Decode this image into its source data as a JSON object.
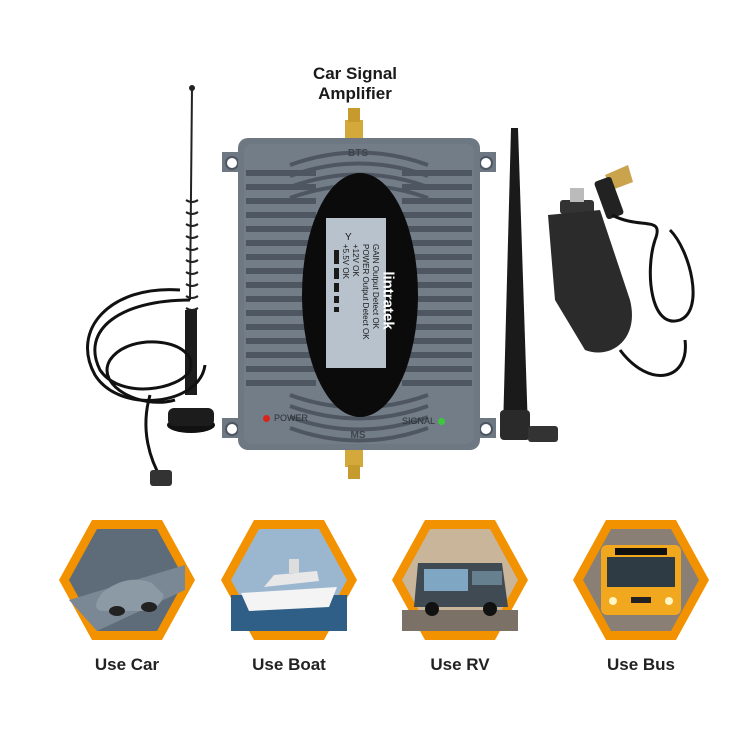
{
  "title": {
    "line1": "Car Signal",
    "line2": "Amplifier"
  },
  "device": {
    "brand": "lintratek",
    "port_top": "BTS",
    "port_bottom": "MS",
    "power_label": "POWER",
    "signal_label": "SIGNAL",
    "lcd_lines": [
      "GAIN Output Detect OK",
      "POWER Output Detect OK",
      "+12V OK",
      "+5.5V OK"
    ]
  },
  "uses": [
    {
      "label": "Use Car"
    },
    {
      "label": "Use Boat"
    },
    {
      "label": "Use RV"
    },
    {
      "label": "Use Bus"
    }
  ],
  "colors": {
    "accent": "#F39200",
    "device_body": "#6E7882",
    "device_dark": "#4E5761",
    "lcd": "#0B0B0B",
    "power_led": "#D9241B",
    "signal_led": "#3CC83C"
  }
}
